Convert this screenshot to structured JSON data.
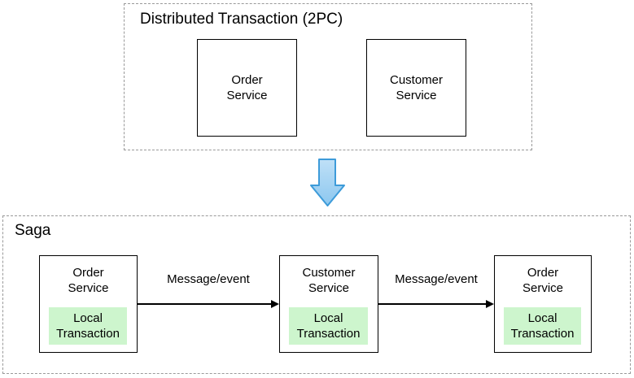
{
  "top_section": {
    "title": "Distributed Transaction (2PC)",
    "boxes": [
      {
        "label": "Order\nService"
      },
      {
        "label": "Customer\nService"
      }
    ]
  },
  "transform_arrow": {
    "icon": "down-block-arrow",
    "fill_top": "#bfe0f7",
    "fill_bottom": "#8cc7ef",
    "stroke": "#3d9bd9"
  },
  "bottom_section": {
    "title": "Saga",
    "boxes": [
      {
        "label": "Order\nService",
        "inner_label": "Local\nTransaction"
      },
      {
        "label": "Customer\nService",
        "inner_label": "Local\nTransaction"
      },
      {
        "label": "Order\nService",
        "inner_label": "Local\nTransaction"
      }
    ],
    "connectors": [
      {
        "label": "Message/event"
      },
      {
        "label": "Message/event"
      }
    ]
  },
  "colors": {
    "local_transaction_bg": "#cdf5cd",
    "box_border": "#000000",
    "dashed_border": "#999999",
    "connector": "#000000",
    "text": "#000000"
  }
}
